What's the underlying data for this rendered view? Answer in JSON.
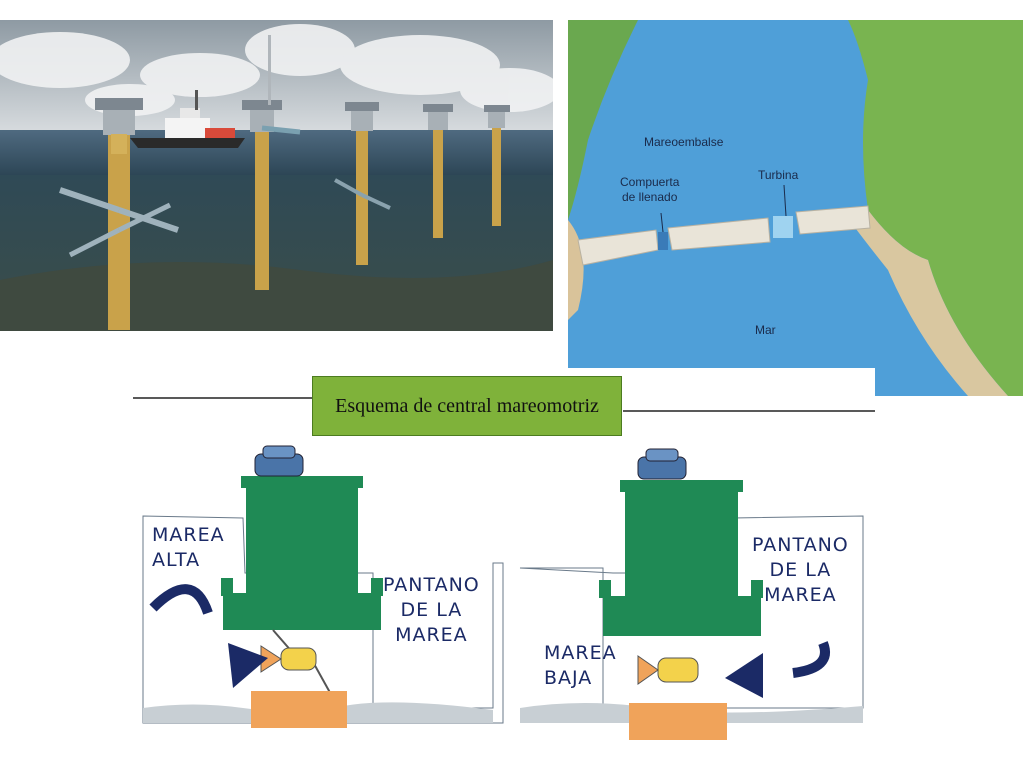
{
  "map": {
    "reservoir_label": "Mareoembalse",
    "gate_label": "Compuerta\nde llenado",
    "turbine_label": "Turbina",
    "sea_label": "Mar"
  },
  "scheme": {
    "title": "Esquema de central mareomotriz",
    "left": {
      "tide_label": "MAREA\nALTA",
      "marsh_label": "PANTANO\nDE LA\nMAREA"
    },
    "right": {
      "marsh_label": "PANTANO\nDE LA\nMAREA",
      "tide_label": "MAREA\nBAJA"
    }
  },
  "colors": {
    "sea": "#4f9fd8",
    "land_green": "#6aa84f",
    "dam_green": "#1f8a55",
    "arrow_navy": "#1b2a66",
    "base_orange": "#f0a35a",
    "title_box": "#7fb23a"
  }
}
